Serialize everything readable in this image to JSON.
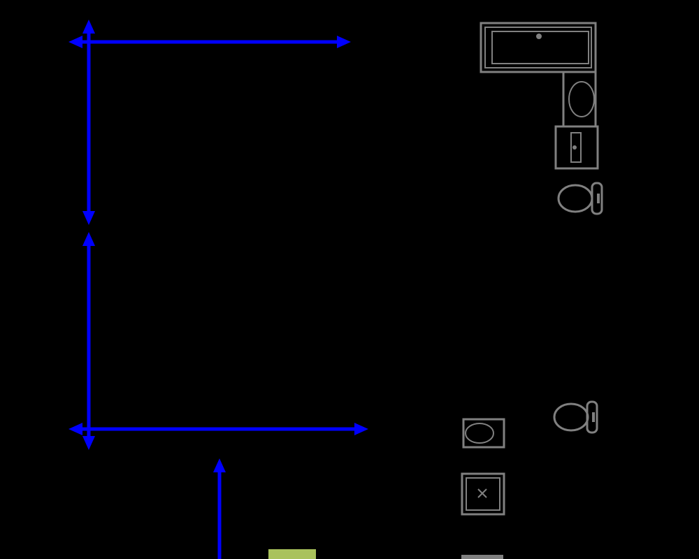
{
  "colors": {
    "background": "#000000",
    "dimension_lines": "#0000ff",
    "fixtures": "#808080",
    "marker": "#a9c25c"
  },
  "drawing": {
    "dimension_lines": [
      {
        "id": "top-horizontal",
        "kind": "horizontal",
        "label": ""
      },
      {
        "id": "left-vertical-upper",
        "kind": "vertical",
        "label": ""
      },
      {
        "id": "left-vertical-lower",
        "kind": "vertical",
        "label": ""
      },
      {
        "id": "bottom-horizontal",
        "kind": "horizontal",
        "label": ""
      },
      {
        "id": "bottom-vertical",
        "kind": "vertical",
        "label": ""
      }
    ],
    "fixtures": [
      {
        "name": "bathtub-icon"
      },
      {
        "name": "sink-icon"
      },
      {
        "name": "shower-icon"
      },
      {
        "name": "toilet-icon"
      },
      {
        "name": "toilet-icon"
      },
      {
        "name": "sink-icon"
      },
      {
        "name": "shower-icon"
      },
      {
        "name": "counter-icon"
      }
    ],
    "marker": {
      "name": "marker-swatch"
    }
  }
}
